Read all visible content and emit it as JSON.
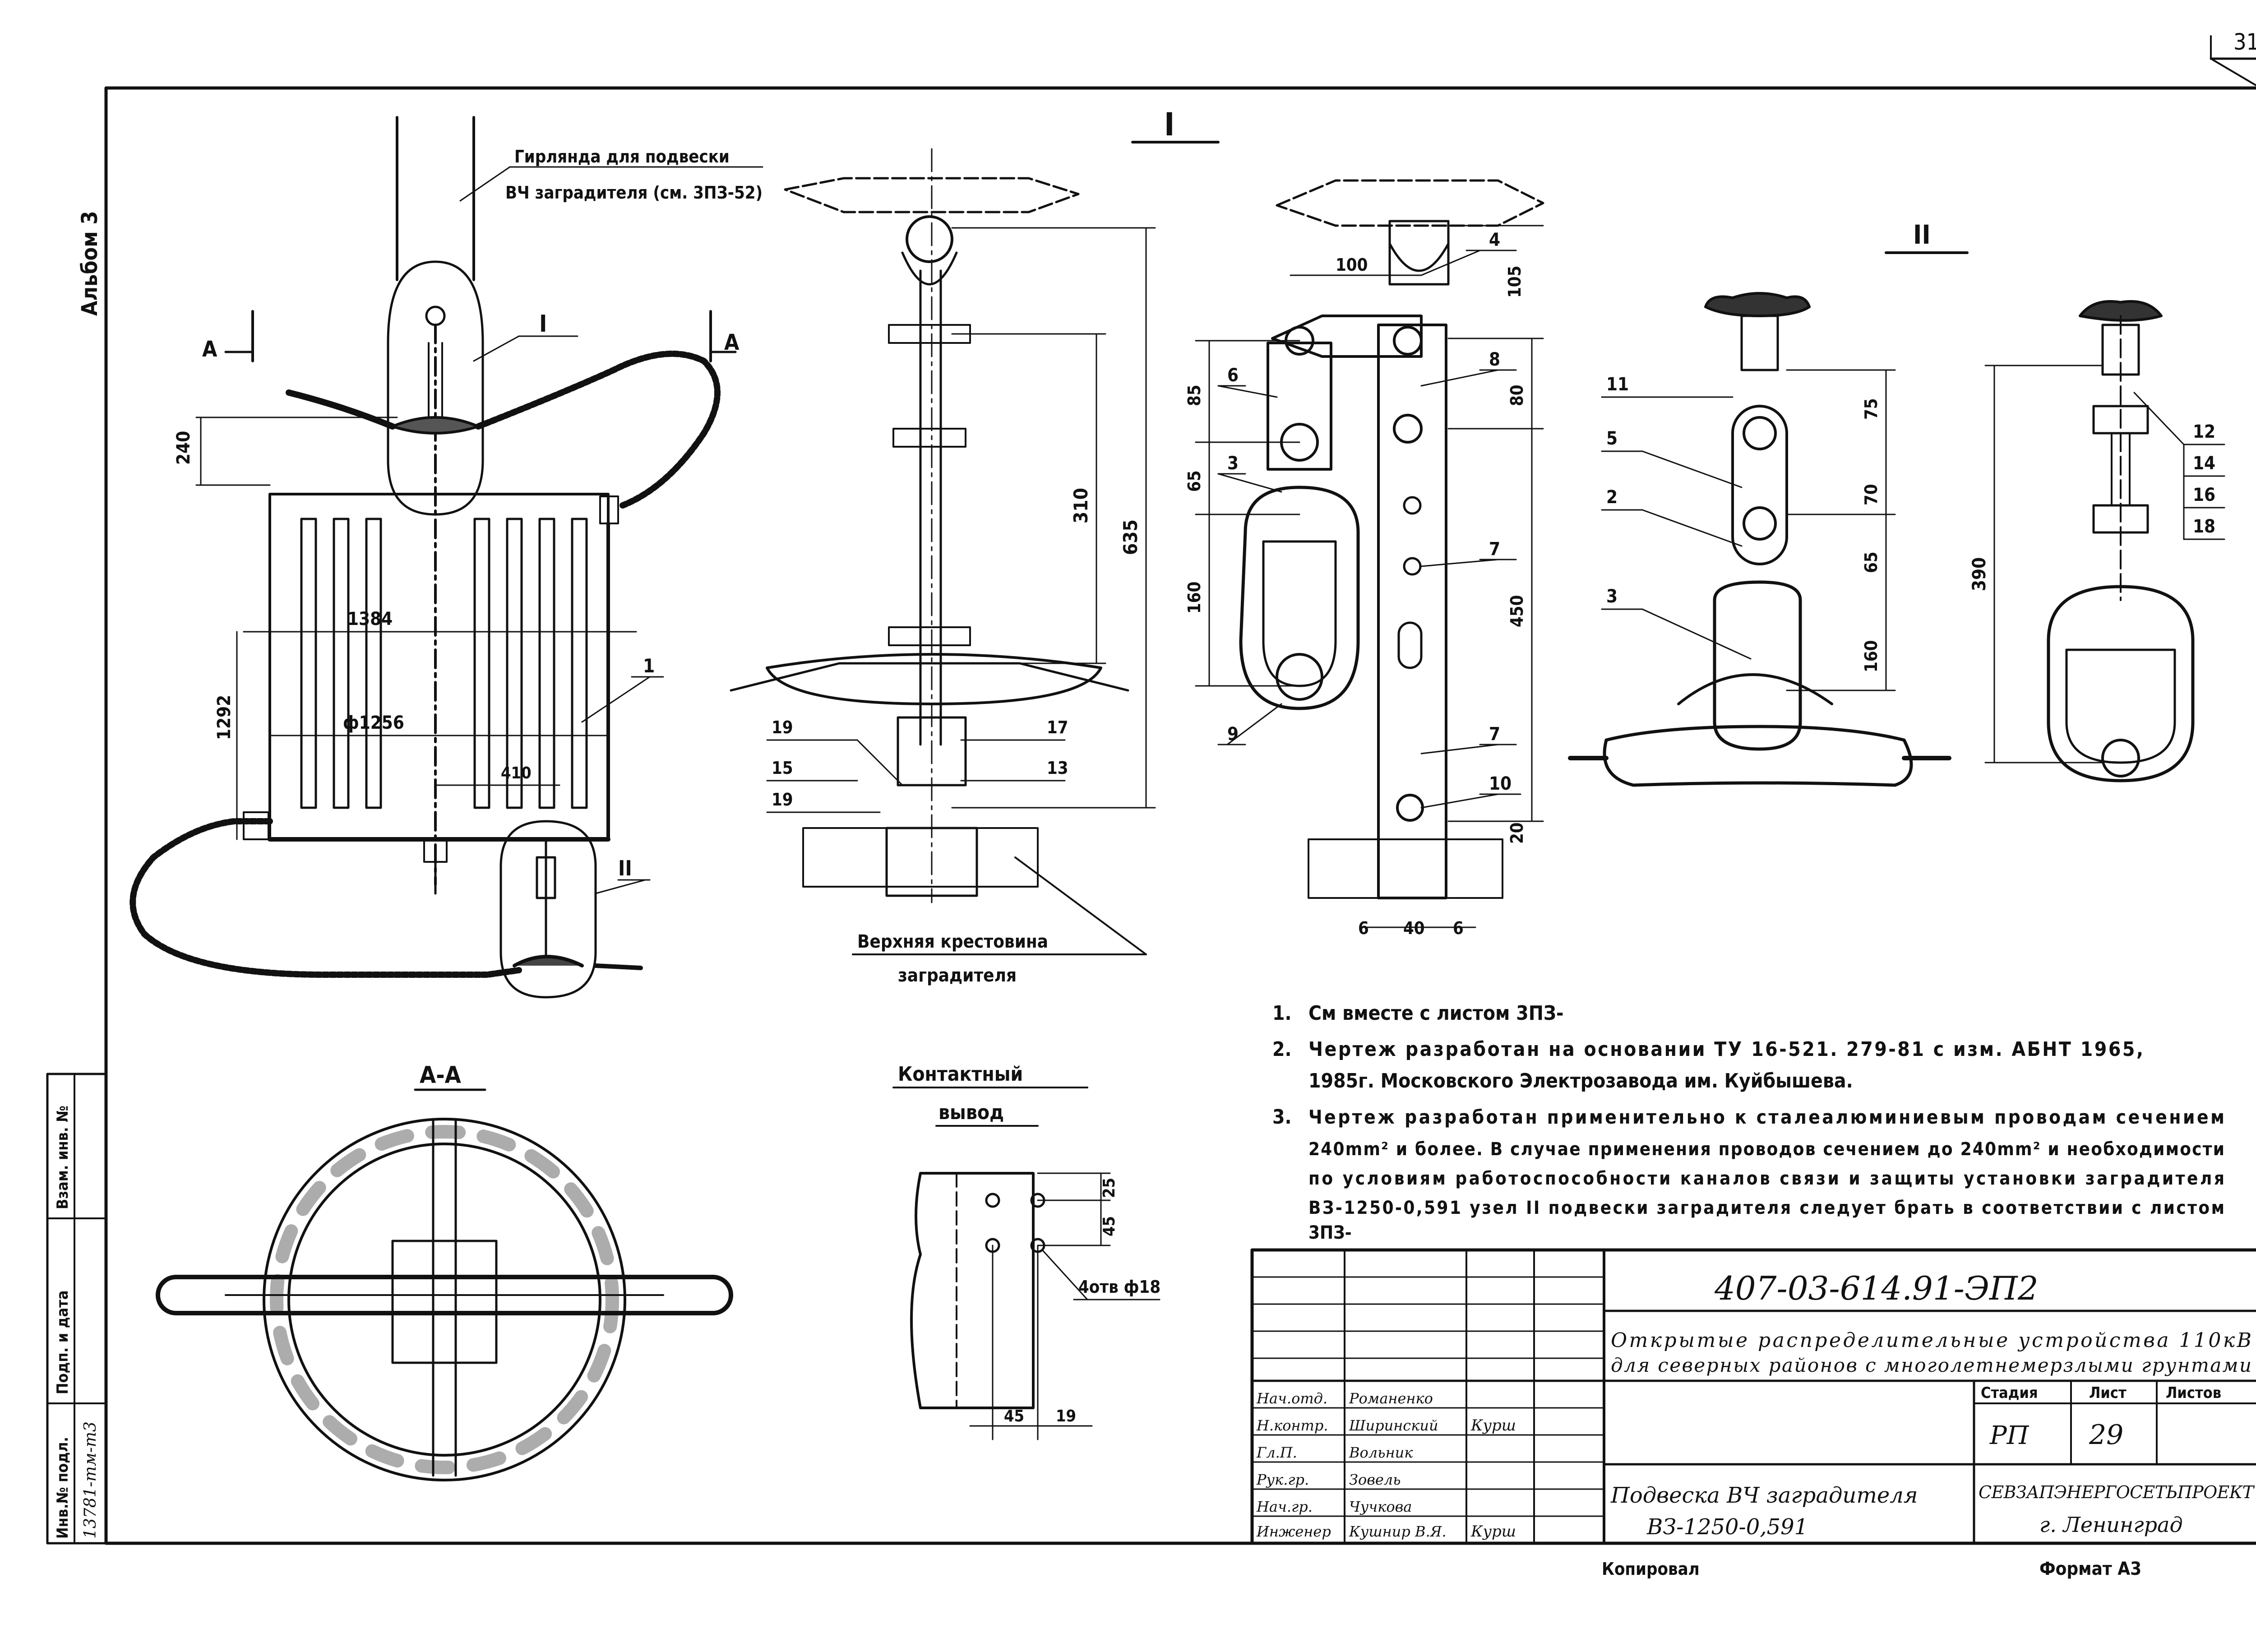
{
  "sheet_number": "31",
  "album_label": "Альбом 3",
  "side_stamp": {
    "inv_label": "Инв.№ подл.",
    "inv_value": "13781-тм-т3",
    "sign_label": "Подп. и дата",
    "replace_label": "Взам. инв. №"
  },
  "labels": {
    "garland": "Гирлянда для подвески",
    "garland2": "ВЧ заградителя (см. 3ПЗ-52)",
    "top_cross": "Верхняя крестовина",
    "top_cross2": "заградителя",
    "contact": "Контактный",
    "contact2": "вывод",
    "holes": "4отв ф18",
    "section_aa": "А-А",
    "section_a": "А",
    "view_1": "I",
    "view_2": "II"
  },
  "dims": {
    "d240": "240",
    "d1384": "1384",
    "d1292": "1292",
    "d1256": "ф1256",
    "d410": "410",
    "d310": "310",
    "d635": "635",
    "d100": "100",
    "d105": "105",
    "d85": "85",
    "d65": "65",
    "d160": "160",
    "d80": "80",
    "d450": "450",
    "d20": "20",
    "d6": "6",
    "d40": "40",
    "d75": "75",
    "d70": "70",
    "d390": "390",
    "d25": "25",
    "d45": "45",
    "d19": "19"
  },
  "callouts": [
    "1",
    "2",
    "3",
    "4",
    "5",
    "6",
    "7",
    "8",
    "9",
    "10",
    "11",
    "12",
    "13",
    "14",
    "15",
    "16",
    "17",
    "18",
    "19"
  ],
  "notes": [
    {
      "num": "1.",
      "text": "См вместе с листом 3ПЗ-"
    },
    {
      "num": "2.",
      "text": "Чертеж разработан на основании ТУ 16-521. 279-81 с изм. АБНТ 1965,"
    },
    {
      "num": "",
      "text": "1985г. Московского Электрозавода им. Куйбышева."
    },
    {
      "num": "3.",
      "text": "Чертеж разработан применительно к сталеалюминиевым проводам сечением"
    },
    {
      "num": "",
      "text": "240mm² и более. В случае применения проводов сечением до 240mm² и необходимости"
    },
    {
      "num": "",
      "text": "по условиям работоспособности каналов связи и защиты установки заградителя"
    },
    {
      "num": "",
      "text": "ВЗ-1250-0,591 узел II подвески заградителя следует брать в соответствии с листом"
    },
    {
      "num": "",
      "text": "3ПЗ-"
    }
  ],
  "title_block": {
    "code": "407-03-614.91-ЭП2",
    "project_title": "Открытые распределительные устройства 110кВ",
    "project_title2": "для северных районов с многолетнемерзлыми грунтами",
    "drawing_title": "Подвеска ВЧ заградителя",
    "drawing_title2": "ВЗ-1250-0,591",
    "stage_label": "Стадия",
    "sheet_label": "Лист",
    "sheets_label": "Листов",
    "stage": "РП",
    "sheet": "29",
    "org": "СЕВЗАПЭНЕРГОСЕТЬПРОЕКТ",
    "org2": "г. Ленинград",
    "roles": [
      {
        "role": "Нач.отд.",
        "name": "Романенко",
        "sign": ""
      },
      {
        "role": "Н.контр.",
        "name": "Ширинский",
        "sign": "Курш"
      },
      {
        "role": "Гл.П.",
        "name": "Вольник",
        "sign": ""
      },
      {
        "role": "Рук.гр.",
        "name": "Зовель",
        "sign": ""
      },
      {
        "role": "Нач.гр.",
        "name": "Чучкова",
        "sign": ""
      },
      {
        "role": "Инженер",
        "name": "Кушнир В.Я.",
        "sign": "Курш"
      }
    ]
  },
  "footer": {
    "copy": "Копировал",
    "format": "Формат А3"
  }
}
